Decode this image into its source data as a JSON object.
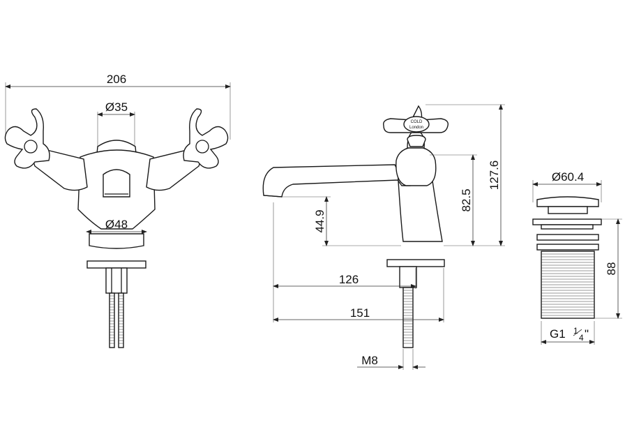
{
  "dimensions": {
    "front_width": "206",
    "spout_body_dia": "Ø35",
    "base_dia": "Ø48",
    "side_height_total": "127.6",
    "side_height_body": "82.5",
    "spout_outlet_height": "44.9",
    "spout_reach": "126",
    "overall_depth": "151",
    "thread_size": "M8",
    "waste_dia": "Ø60.4",
    "waste_height": "88",
    "waste_thread_prefix": "G1",
    "waste_thread_num": "1",
    "waste_thread_den": "4",
    "waste_thread_suffix": "\""
  },
  "handle_disc": {
    "line1": "COLD",
    "line2": "London"
  }
}
